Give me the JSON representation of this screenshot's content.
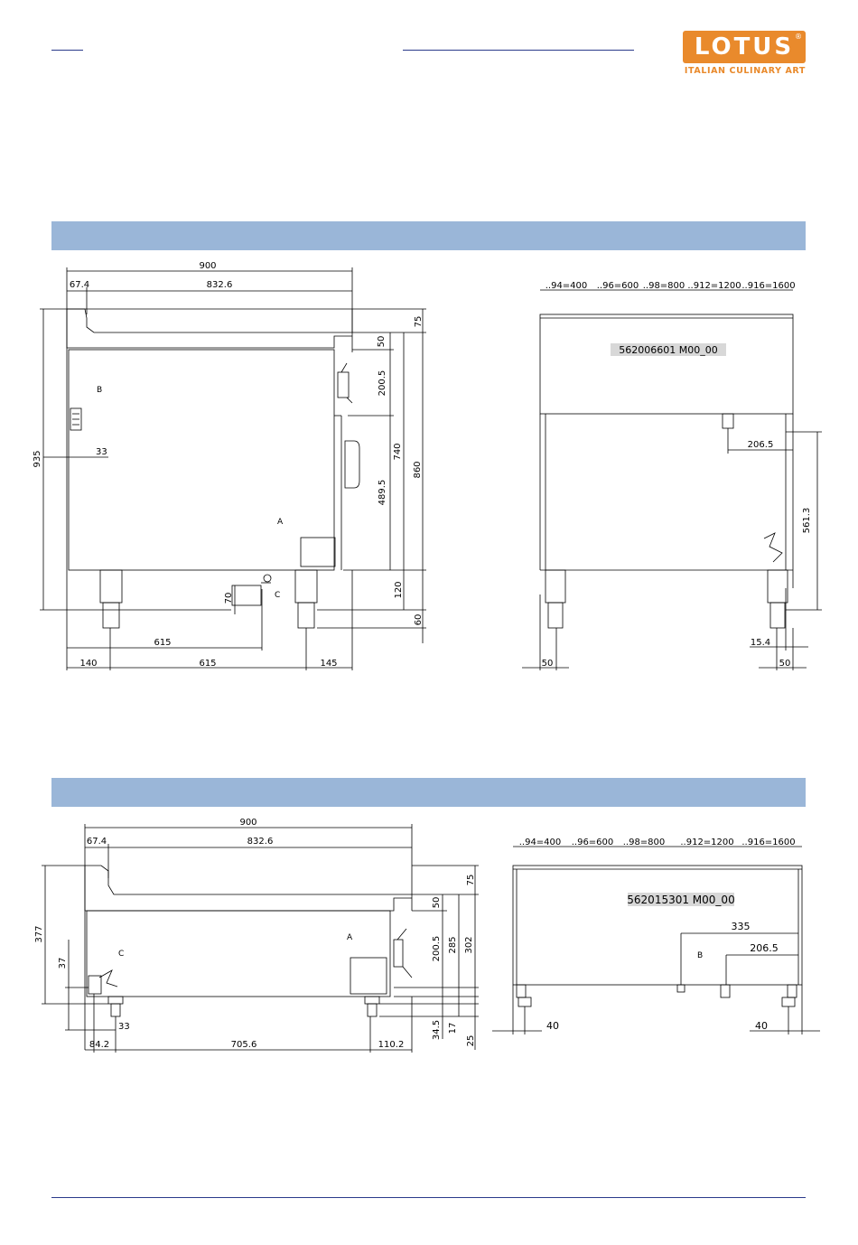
{
  "header": {
    "brand_name": "LOTUS",
    "tagline": "ITALIAN CULINARY ART",
    "brand_color": "#e98a2c",
    "rule_color": "#2a3a8a",
    "band_color": "#9ab6d8"
  },
  "drawing1": {
    "side": {
      "overall_width": "900",
      "offset_top": "67.4",
      "body_width": "832.6",
      "height_total": "935",
      "dim_75": "75",
      "dim_50": "50",
      "dim_200_5": "200.5",
      "dim_740": "740",
      "dim_860": "860",
      "dim_489_5": "489.5",
      "dim_120": "120",
      "dim_60": "60",
      "dim_33": "33",
      "dim_70": "70",
      "dim_615_upper": "615",
      "bottom_140": "140",
      "bottom_615": "615",
      "bottom_145": "145",
      "label_a": "A",
      "label_b": "B",
      "label_c": "C"
    },
    "front": {
      "widths": [
        "..94=400",
        "..96=600",
        "..98=800",
        "..912=1200",
        "..916=1600"
      ],
      "model_code": "562006601  M00_00",
      "dim_206_5": "206.5",
      "dim_561_3": "561.3",
      "dim_15_4": "15.4",
      "dim_50_left": "50",
      "dim_50_right": "50"
    }
  },
  "drawing2": {
    "side": {
      "overall_width": "900",
      "offset_top": "67.4",
      "body_width": "832.6",
      "dim_377": "377",
      "dim_37": "37",
      "dim_75": "75",
      "dim_50": "50",
      "dim_200_5": "200.5",
      "dim_285": "285",
      "dim_302": "302",
      "dim_34_5": "34.5",
      "dim_17": "17",
      "dim_25": "25",
      "dim_33": "33",
      "bottom_84_2": "84.2",
      "bottom_705_6": "705.6",
      "bottom_110_2": "110.2",
      "label_a": "A",
      "label_c": "C"
    },
    "front": {
      "widths": [
        "..94=400",
        "..96=600",
        "..98=800",
        "..912=1200",
        "..916=1600"
      ],
      "model_code": "562015301  M00_00",
      "dim_335": "335",
      "dim_206_5": "206.5",
      "dim_40_left": "40",
      "dim_40_right": "40",
      "label_b": "B"
    }
  }
}
